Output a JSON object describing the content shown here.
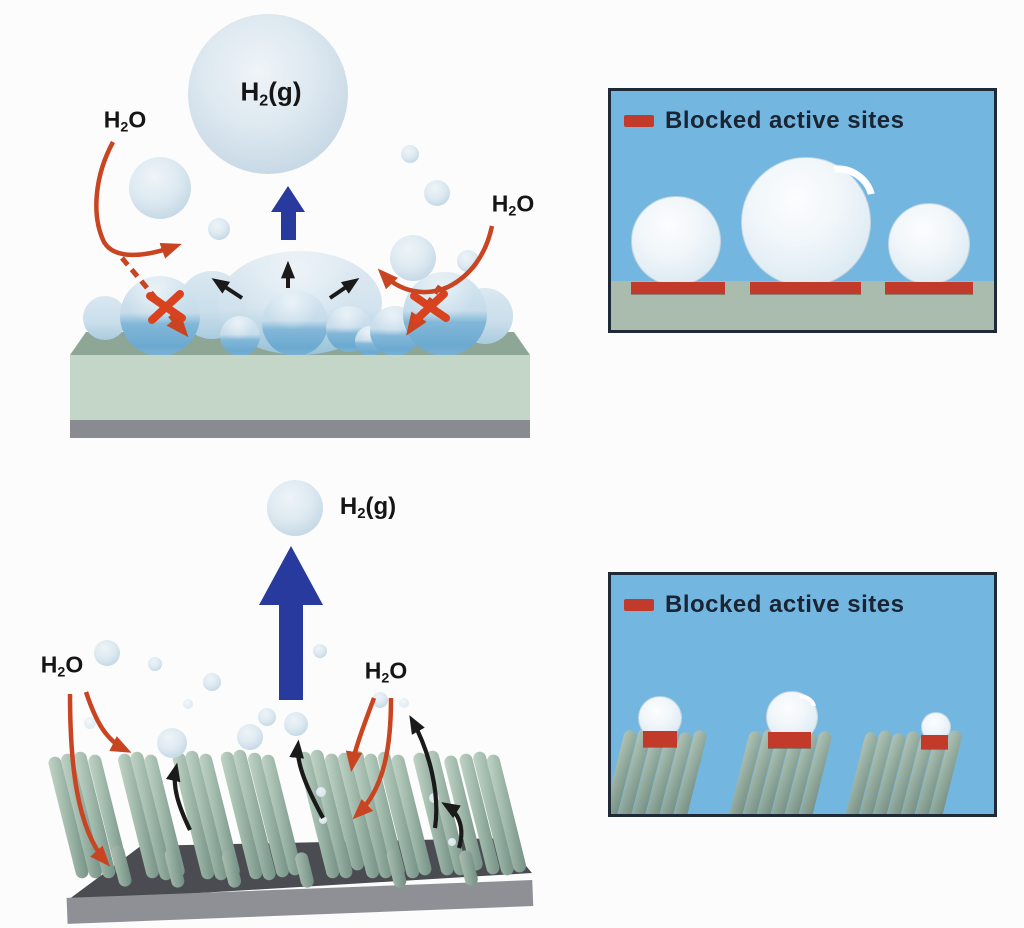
{
  "labels": {
    "h2o": {
      "base": "H",
      "subscript": "2",
      "suffix": "O"
    },
    "h2_gas": {
      "base": "H",
      "subscript": "2",
      "suffix": "(g)"
    }
  },
  "insets": {
    "flat": {
      "legend_label": "Blocked active sites"
    },
    "nanorod": {
      "legend_label": "Blocked active sites"
    }
  },
  "colors": {
    "background": "#fcfcfd",
    "sky_blue": "#73b7e1",
    "blocked_site_red": "#c23a2a",
    "arrow_red": "#c94421",
    "arrow_navy": "#283a9e",
    "arrow_black": "#1a1a1a",
    "electrode_top": "#8da696",
    "electrode_front": "#c4d6c8",
    "electrode_base_gray": "#898b90",
    "nanorod_green": "#9ab5a8",
    "substrate_dark": "#4b4c52",
    "bubble_blue": "#bcd6e6",
    "text_dark": "#1a2433"
  }
}
